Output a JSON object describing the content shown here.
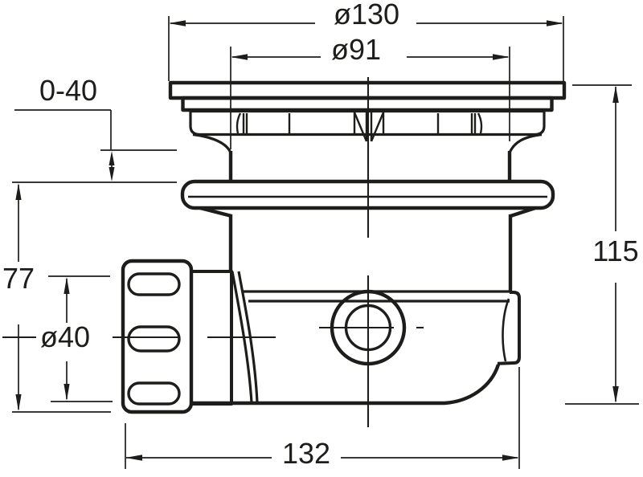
{
  "drawing": {
    "labels": {
      "flange_diameter": "ø130",
      "strainer_diameter": "ø91",
      "adjustment_range": "0-40",
      "body_height": "77",
      "outlet_diameter": "ø40",
      "total_height": "115",
      "overall_length": "132"
    },
    "colors": {
      "line": "#1d1d1b",
      "background": "#ffffff"
    }
  }
}
